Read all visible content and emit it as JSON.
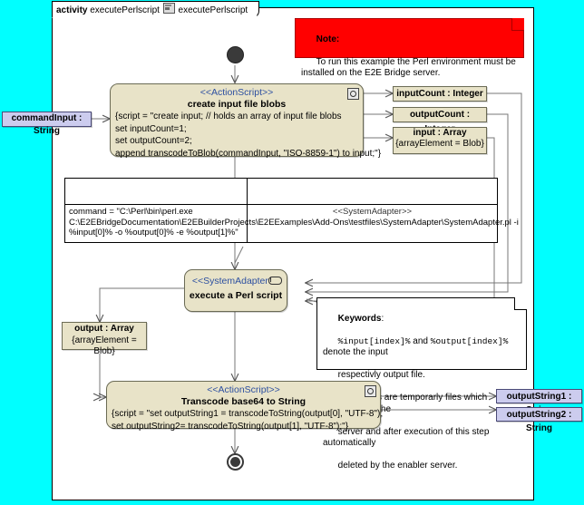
{
  "window": {
    "background_color": "#00ffff",
    "canvas_color": "#ffffff"
  },
  "frame": {
    "keyword": "activity",
    "name": "executePerlscript",
    "icon": "diagram-icon",
    "diagram_name": "executePerlscript"
  },
  "notes": {
    "red_note": {
      "title": "Note:",
      "body": "To run this example the Perl environment must be installed on the E2E Bridge server.",
      "color": "#ff0000"
    },
    "keywords_note": {
      "title": "Keywords",
      "title_suffix": ":",
      "line1_code_a": "%input[index]%",
      "line1_mid": " and ",
      "line1_code_b": "%output[index]%",
      "line1_end": " denote the input",
      "line2": "respectivly output file.",
      "line3": "These files are temporarly files which generated by the",
      "line4": "server and after execution of this step automatically",
      "line5": "deleted by the enabler server."
    },
    "adapter_note": {
      "stereotype": "<<SystemAdapter>>",
      "command_label": "command = \"C:\\Perl\\bin\\perl.exe",
      "command_line2": "C:\\E2EBridgeDocumentation\\E2EBuilderProjects\\E2EExamples\\Add-Ons\\testfiles\\SystemAdapter\\SystemAdapter.pl -i",
      "command_line3": "%input[0]% -o %output[0]% -e %output[1]%\""
    }
  },
  "nodes": {
    "initial": {
      "label": "initial-node"
    },
    "create_blobs": {
      "stereotype": "<<ActionScript>>",
      "name": "create input file blobs",
      "script_line1": "{script = \"create input; // holds an array of input file blobs",
      "script_line2": "set inputCount=1;",
      "script_line3": "set outputCount=2;",
      "script_line4": "append transcodeToBlob(commandInput, \"ISO-8859-1\") to input;\"}",
      "badge": "gear-icon"
    },
    "execute_perl": {
      "stereotype": "<<SystemAdapter>>",
      "name": "execute a Perl script",
      "badge": "adapter-icon"
    },
    "transcode": {
      "stereotype": "<<ActionScript>>",
      "name": "Transcode base64 to String",
      "script_line1": "{script = \"set outputString1 = transcodeToString(output[0], \"UTF-8\");",
      "script_line2": "set outputString2= transcodeToString(output[1], \"UTF-8\");\"}",
      "badge": "gear-icon"
    },
    "final": {
      "label": "final-node"
    }
  },
  "pins": {
    "input_count": {
      "name": "inputCount : Integer"
    },
    "output_count": {
      "name": "outputCount : Integer"
    },
    "input_array": {
      "name": "input : Array",
      "constraint": "{arrayElement = Blob}"
    },
    "output_array": {
      "name": "output : Array",
      "constraint": "{arrayElement = Blob}"
    }
  },
  "parameters": {
    "command_input": {
      "name": "commandInput : String"
    },
    "output_string1": {
      "name": "outputString1 : String"
    },
    "output_string2": {
      "name": "outputString2 : String"
    }
  }
}
